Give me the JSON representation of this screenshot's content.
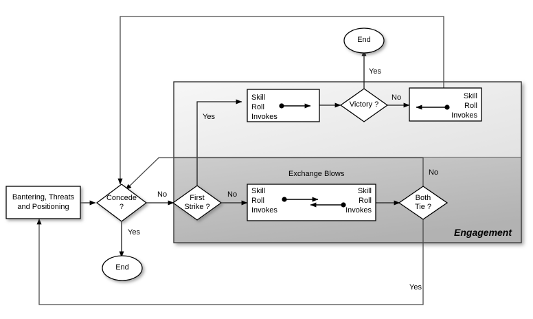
{
  "diagram": {
    "title": "Engagement",
    "panel_label": "Engagement",
    "group_label": "Exchange Blows"
  },
  "nodes": {
    "bantering": {
      "label": "Bantering, Threats\nand Positioning"
    },
    "concede": {
      "label": "Concede\n?"
    },
    "first_strike": {
      "label": "First\nStrike ?"
    },
    "victory": {
      "label": "Victory ?"
    },
    "both_tie": {
      "label": "Both\nTie ?"
    },
    "end_top": {
      "label": "End"
    },
    "end_bottom": {
      "label": "End"
    },
    "skill_roll_first": {
      "label": "Skill\nRoll\nInvokes"
    },
    "skill_roll_counter": {
      "label": "Skill\nRoll\nInvokes"
    },
    "skill_roll_exchange_left": {
      "label": "Skill\nRoll\nInvokes"
    },
    "skill_roll_exchange_right": {
      "label": "Skill\nRoll\nInvokes"
    }
  },
  "edge_labels": {
    "concede_no": "No",
    "concede_yes": "Yes",
    "first_strike_yes": "Yes",
    "first_strike_no": "No",
    "victory_yes": "Yes",
    "victory_no": "No",
    "both_tie_no": "No",
    "both_tie_yes": "Yes"
  },
  "colors": {
    "stroke": "#000000",
    "edge_stroke": "#404040",
    "node_fill": "#ffffff",
    "panel_top": "#f2f2f2",
    "panel_bottom": "#b5b5b5",
    "background": "#ffffff",
    "shadow": "#b0b0b0"
  }
}
